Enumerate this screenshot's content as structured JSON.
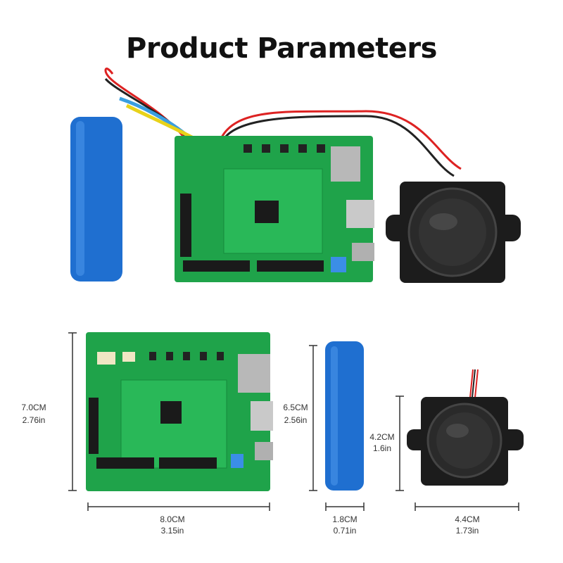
{
  "title": "Product Parameters",
  "dimensions": {
    "board_height": {
      "cm": "7.0CM",
      "in": "2.76in"
    },
    "board_width": {
      "cm": "8.0CM",
      "in": "3.15in"
    },
    "battery_height": {
      "cm": "6.5CM",
      "in": "2.56in"
    },
    "battery_width": {
      "cm": "1.8CM",
      "in": "0.71in"
    },
    "speaker_height": {
      "cm": "4.2CM",
      "in": "1.6in"
    },
    "speaker_width": {
      "cm": "4.4CM",
      "in": "1.73in"
    }
  },
  "colors": {
    "board": "#1fa34a",
    "battery": "#1f6fd0",
    "speaker": "#1c1c1c"
  }
}
